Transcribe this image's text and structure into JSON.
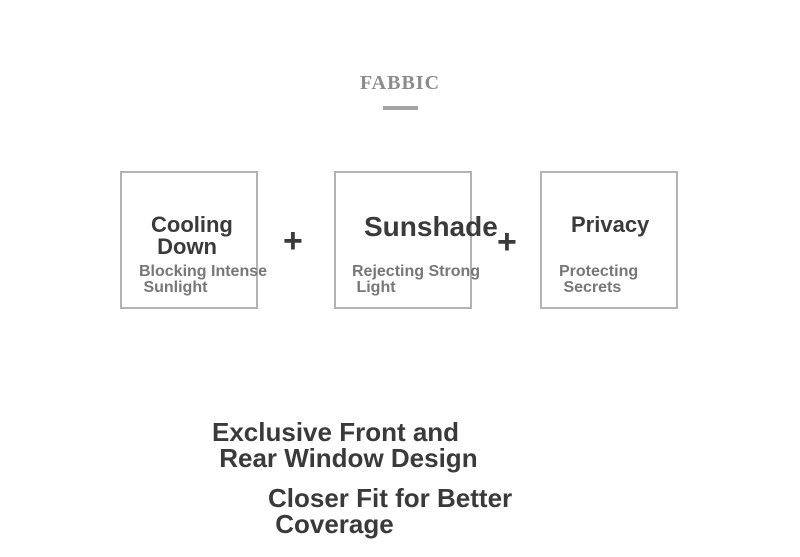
{
  "heading": {
    "title": "FABBIC"
  },
  "features": [
    {
      "title": "Cooling\n Down",
      "subtitle": "Blocking Intense\n Sunlight"
    },
    {
      "title": "Sunshade",
      "subtitle": "Rejecting Strong\n Light"
    },
    {
      "title": "Privacy",
      "subtitle": "Protecting\n Secrets"
    }
  ],
  "separators": [
    "+",
    "+"
  ],
  "taglines": [
    "Exclusive Front and\n Rear Window Design",
    "Closer Fit for Better\n Coverage"
  ],
  "colors": {
    "heading": "#8c8c8c",
    "text_dark": "#3a3a3a",
    "text_muted": "#777777",
    "border": "#b3b3b3"
  }
}
